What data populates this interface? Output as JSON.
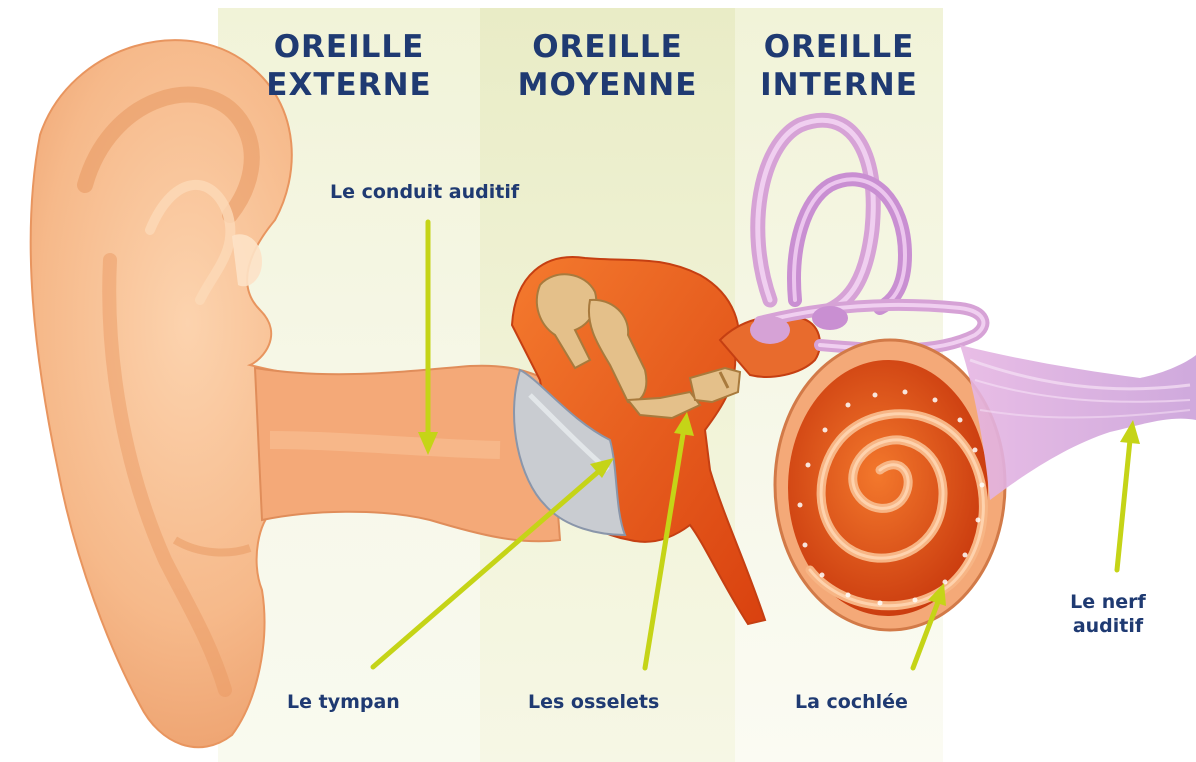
{
  "sections": {
    "external": "OREILLE\nEXTERNE",
    "middle": "OREILLE\nMOYENNE",
    "internal": "OREILLE\nINTERNE"
  },
  "labels": {
    "canal": "Le conduit auditif",
    "eardrum": "Le tympan",
    "ossicles": "Les osselets",
    "cochlea": "La cochlée",
    "nerve": "Le nerf\nauditif"
  },
  "colors": {
    "title_text": "#1f3a72",
    "pointer": "#c5d417",
    "skin": "#f6b98a",
    "tissue": "#e8521c",
    "nerve": "#d9a6d6"
  }
}
